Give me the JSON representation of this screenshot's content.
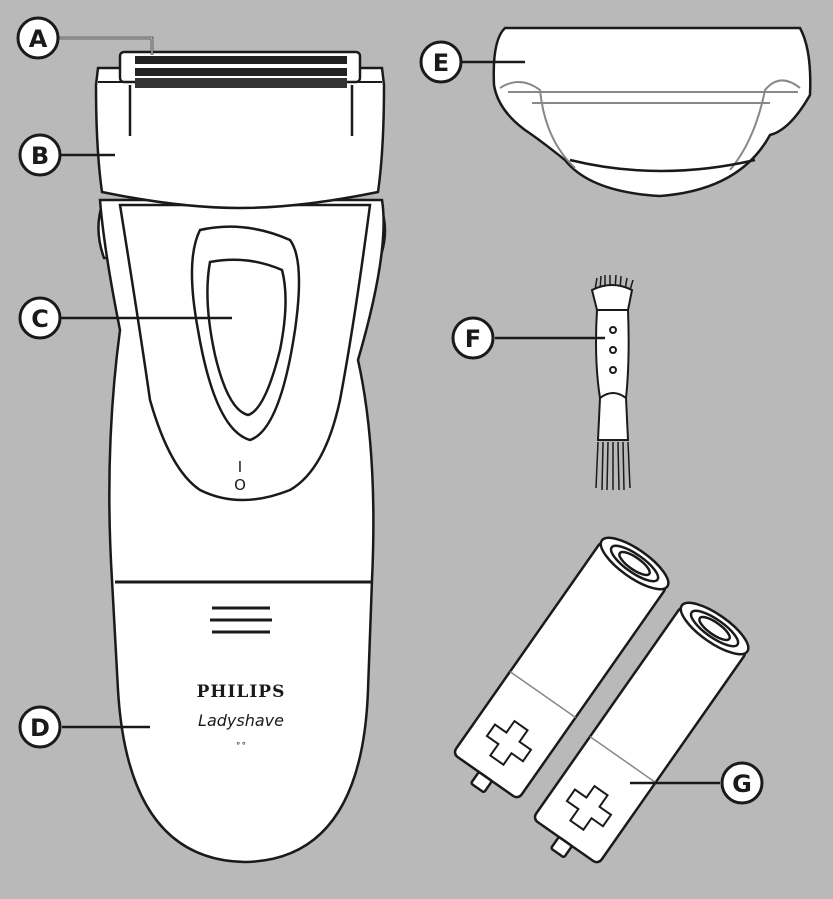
{
  "labels": {
    "A": "A",
    "B": "B",
    "C": "C",
    "D": "D",
    "E": "E",
    "F": "F",
    "G": "G"
  },
  "device": {
    "brand": "PHILIPS",
    "model": "Ladyshave",
    "mark": "∘∘",
    "switch_on": "I",
    "switch_off": "O"
  },
  "colors": {
    "background": "#b9b9b9",
    "body": "#ffffff",
    "outline": "#1a1a1a",
    "foil": "#222222"
  }
}
